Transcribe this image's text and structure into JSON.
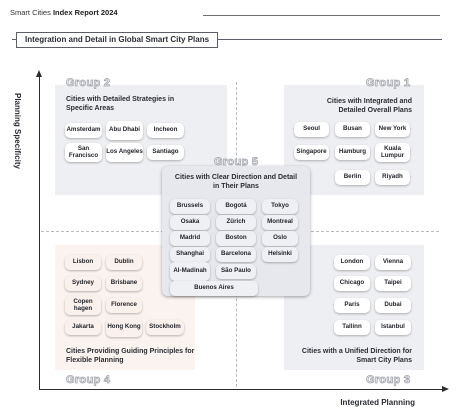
{
  "header": {
    "report_prefix": "Smart Cities ",
    "report_bold": "Index Report 2024"
  },
  "title": "Integration and Detail in Global Smart City Plans",
  "axes": {
    "y_label": "Planning Specificity",
    "x_label": "Integrated Planning"
  },
  "groups": {
    "g1": {
      "tag": "Group 1",
      "title": "Cities with Integrated and Detailed Overall Plans",
      "cities": [
        "Seoul",
        "Busan",
        "New York",
        "Singapore",
        "Hamburg",
        "Kuala Lumpur",
        "Berlin",
        "Riyadh"
      ]
    },
    "g2": {
      "tag": "Group 2",
      "title": "Cities with Detailed Strategies in Specific Areas",
      "cities": [
        "Amsterdam",
        "Abu Dhabi",
        "Incheon",
        "San Francisco",
        "Los Angeles",
        "Santiago"
      ]
    },
    "g3": {
      "tag": "Group 3",
      "title": "Cities with a Unified Direction for Smart City Plans",
      "cities": [
        "London",
        "Vienna",
        "Chicago",
        "Taipei",
        "Paris",
        "Dubai",
        "Tallinn",
        "Istanbul"
      ]
    },
    "g4": {
      "tag": "Group 4",
      "title": "Cities Providing Guiding Principles for Flexible Planning",
      "cities": [
        "Lisbon",
        "Dublin",
        "Sydney",
        "Brisbane",
        "Copen hagen",
        "Florence",
        "Jakarta",
        "Hong Kong",
        "Stockholm"
      ]
    },
    "g5": {
      "tag": "Group 5",
      "title": "Cities with Clear Direction and Detail in Their Plans",
      "cities": [
        "Brussels",
        "Bogotá",
        "Tokyo",
        "Osaka",
        "Zürich",
        "Montreal",
        "Madrid",
        "Boston",
        "Oslo",
        "Shanghai",
        "Barcelona",
        "Helsinki",
        "Al-Madinah",
        "São Paulo",
        "Buenos Aires"
      ]
    }
  }
}
